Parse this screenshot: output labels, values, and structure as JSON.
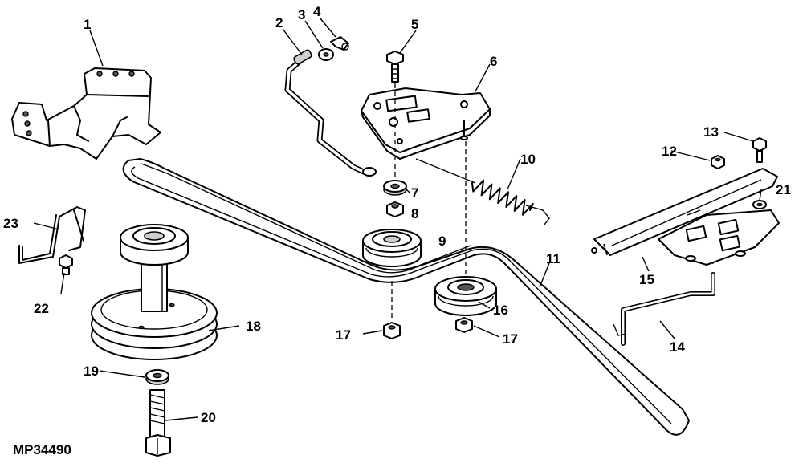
{
  "figure_code": "MP34490",
  "callouts": [
    {
      "label": "1"
    },
    {
      "label": "2"
    },
    {
      "label": "3"
    },
    {
      "label": "4"
    },
    {
      "label": "5"
    },
    {
      "label": "6"
    },
    {
      "label": "7"
    },
    {
      "label": "8"
    },
    {
      "label": "9"
    },
    {
      "label": "10"
    },
    {
      "label": "11"
    },
    {
      "label": "12"
    },
    {
      "label": "13"
    },
    {
      "label": "14"
    },
    {
      "label": "15"
    },
    {
      "label": "16"
    },
    {
      "label": "17"
    },
    {
      "label": "17"
    },
    {
      "label": "18"
    },
    {
      "label": "19"
    },
    {
      "label": "20"
    },
    {
      "label": "21"
    },
    {
      "label": "22"
    },
    {
      "label": "23"
    }
  ]
}
